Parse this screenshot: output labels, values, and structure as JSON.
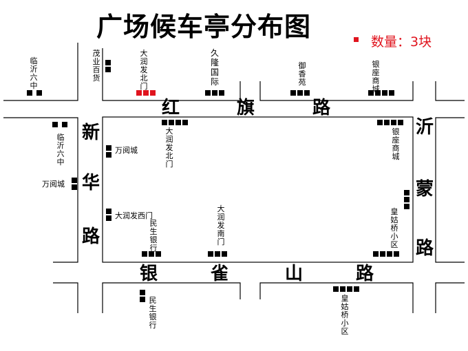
{
  "title": "广场候车亭分布图",
  "legend": {
    "text": "数量：3块",
    "color": "#e0141e"
  },
  "roads": {
    "hongqi": [
      "红",
      "旗",
      "路"
    ],
    "yinque": [
      "银",
      "雀",
      "山",
      "路"
    ],
    "xinhua": [
      "新",
      "华",
      "路"
    ],
    "yimeng": [
      "沂",
      "蒙",
      "路"
    ]
  },
  "labels": {
    "linyi6_top": "临沂六中",
    "maoye": "茂业百货",
    "darun_north_out": "大润发北门",
    "jiulong": "久隆国际",
    "yuxiang": "御香苑",
    "yinzuo_top": "银座商城",
    "linyi6_left": "临沂六中",
    "wanyue_left": "万阅城",
    "darun_north_in": "大润发北门",
    "yinzuo_in": "银座商城",
    "wanyue_in": "万阅城",
    "darun_west": "大润发西门",
    "minsheng_in": "民生银行",
    "darun_south": "大润发南门",
    "huanggu_in": "皇姑桥小区",
    "minsheng_out": "民生银行",
    "huanggu_out": "皇姑桥小区"
  },
  "stops": [
    {
      "id": "linyi6-top",
      "count": 2,
      "highlight": false
    },
    {
      "id": "maoye",
      "count": 2,
      "highlight": false
    },
    {
      "id": "darun-north-out",
      "count": 3,
      "highlight": true
    },
    {
      "id": "jiulong",
      "count": 3,
      "highlight": false
    },
    {
      "id": "yuxiang",
      "count": 3,
      "highlight": false
    },
    {
      "id": "yinzuo-top",
      "count": 4,
      "highlight": false
    },
    {
      "id": "darun-north-in",
      "count": 4,
      "highlight": false
    },
    {
      "id": "yinzuo-in",
      "count": 4,
      "highlight": false
    },
    {
      "id": "linyi6-left",
      "count": 2,
      "highlight": false
    },
    {
      "id": "wanyue-in",
      "count": 2,
      "highlight": false
    },
    {
      "id": "wanyue-left",
      "count": 2,
      "highlight": false
    },
    {
      "id": "darun-west",
      "count": 2,
      "highlight": false
    },
    {
      "id": "yimeng-east",
      "count": 3,
      "highlight": false
    },
    {
      "id": "minsheng-in",
      "count": 3,
      "highlight": false
    },
    {
      "id": "darun-south",
      "count": 3,
      "highlight": false
    },
    {
      "id": "huanggu-in",
      "count": 4,
      "highlight": false
    },
    {
      "id": "minsheng-out",
      "count": 2,
      "highlight": false
    },
    {
      "id": "huanggu-out",
      "count": 4,
      "highlight": false
    }
  ]
}
